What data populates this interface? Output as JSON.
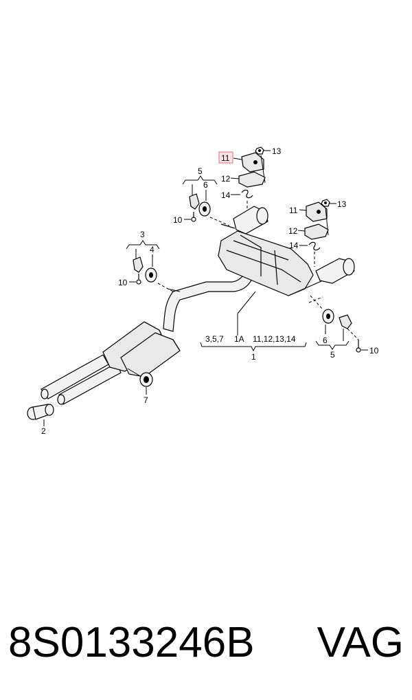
{
  "diagram": {
    "callouts": {
      "c1": "1",
      "c1a": "1A",
      "c2": "2",
      "c3": "3",
      "c4": "4",
      "c5_left": "5",
      "c5_right": "5",
      "c6_left": "6",
      "c6_right": "6",
      "c7": "7",
      "c10_left_a": "10",
      "c10_left_b": "10",
      "c10_right": "10",
      "c11_highlight": "11",
      "c11_right": "11",
      "c12_left": "12",
      "c12_right": "12",
      "c13_left": "13",
      "c13_right": "13",
      "c14_left": "14",
      "c14_right": "14",
      "group_left": "3,5,7",
      "group_right": "11,12,13,14"
    },
    "highlight_color": "#e0707a",
    "highlight_fill": "#fbe3e5"
  },
  "footer": {
    "part_number": "8S0133246B",
    "brand": "VAG"
  }
}
